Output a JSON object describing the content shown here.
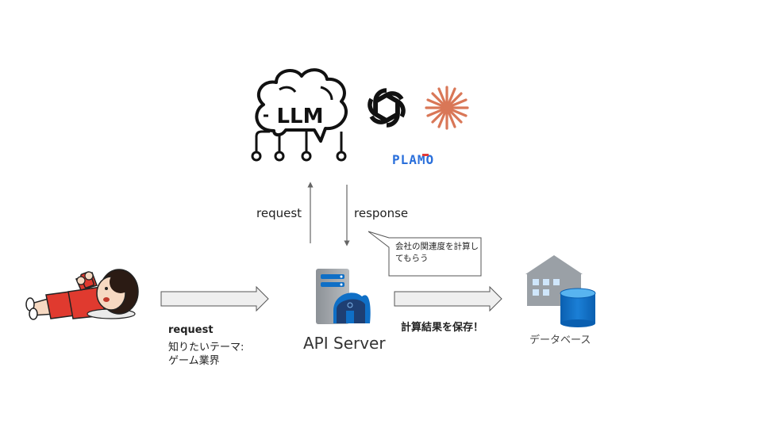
{
  "llm": {
    "label": "LLM"
  },
  "logos": {
    "plamo": "PLAMO"
  },
  "arrows": {
    "request_top": "request",
    "response": "response"
  },
  "callout": {
    "text": "会社の関連度を計算してもらう"
  },
  "user_request": {
    "title": "request",
    "line1": "知りたいテーマ:",
    "line2": "ゲーム業界"
  },
  "server": {
    "label": "API Server"
  },
  "save": {
    "label": "計算結果を保存！"
  },
  "database": {
    "label": "データベース"
  },
  "colors": {
    "azure_blue": "#0f6fc6",
    "azure_dark": "#1e3f73",
    "gray_icon": "#9aa0a6",
    "openai": "#111111",
    "claude": "#d97757",
    "plamo_blue": "#2a6fdb",
    "plamo_red": "#e53935",
    "person_red": "#e03a2f",
    "arrow_fill": "#efefef"
  }
}
